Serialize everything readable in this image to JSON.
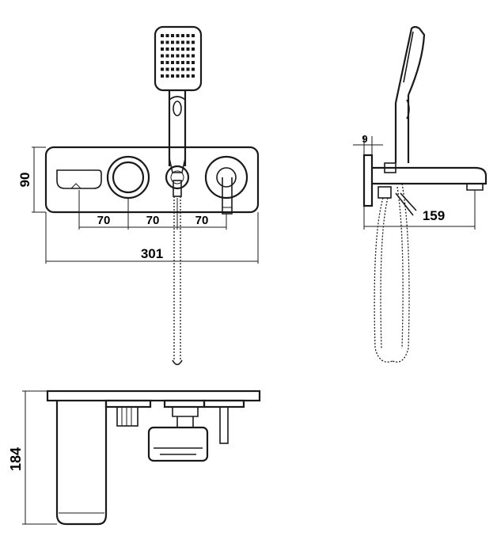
{
  "dimensions": {
    "front_height": "90",
    "spacing_1": "70",
    "spacing_2": "70",
    "spacing_3": "70",
    "total_width": "301",
    "side_offset": "9",
    "spout_reach": "159",
    "top_depth": "184"
  }
}
